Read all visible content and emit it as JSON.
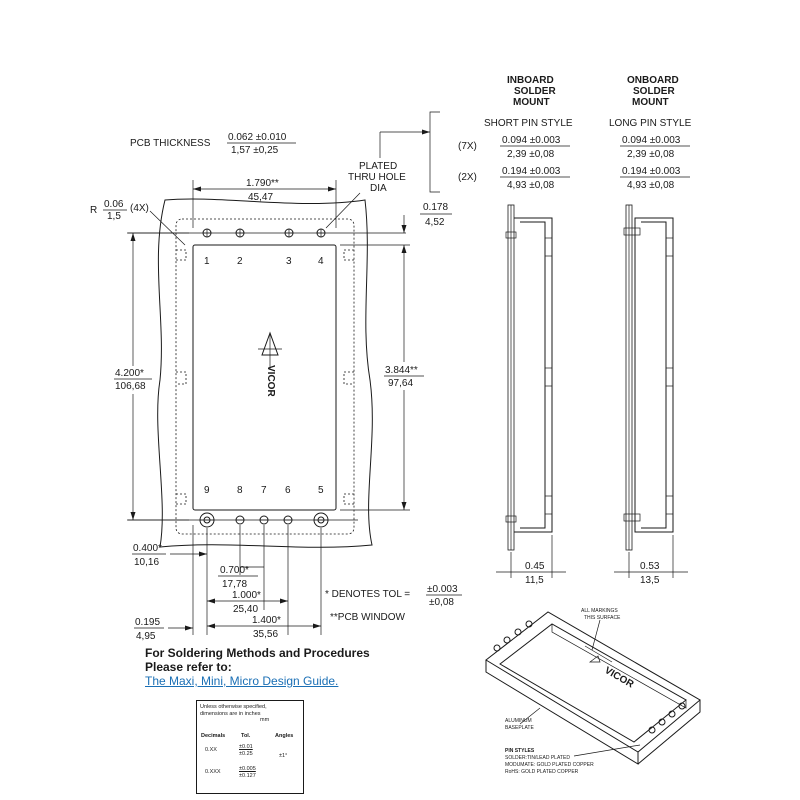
{
  "left_view": {
    "pcb_thickness": {
      "label": "PCB THICKNESS",
      "inch": "0.062 ±0.010",
      "mm": "1,57 ±0,25"
    },
    "corner_radius": {
      "prefix": "R",
      "inch": "0.06",
      "mm": "1,5",
      "qty": "(4X)"
    },
    "plated_hole": [
      "PLATED",
      "THRU HOLE",
      "DIA"
    ],
    "width_top": {
      "inch": "1.790**",
      "mm": "45,47"
    },
    "top_offset": {
      "inch": "0.178",
      "mm": "4,52"
    },
    "height_total": {
      "inch": "4.200*",
      "mm": "106,68"
    },
    "height_inner": {
      "inch": "3.844**",
      "mm": "97,64"
    },
    "pins_top": [
      "1",
      "2",
      "3",
      "4"
    ],
    "pins_bottom": [
      "9",
      "8",
      "7",
      "6",
      "5"
    ],
    "logo": "VICOR",
    "dim_0400": {
      "inch": "0.400*",
      "mm": "10,16"
    },
    "dim_0700": {
      "inch": "0.700*",
      "mm": "17,78"
    },
    "dim_1000": {
      "inch": "1.000*",
      "mm": "25,40"
    },
    "dim_1400": {
      "inch": "1.400*",
      "mm": "35,56"
    },
    "dim_0195": {
      "inch": "0.195",
      "mm": "4,95"
    },
    "notes": {
      "tol_prefix": "* DENOTES TOL =",
      "tol_inch": "±0.003",
      "tol_mm": "±0,08",
      "pcb_window": "**PCB WINDOW"
    }
  },
  "pin_table": {
    "qty_7x": "(7X)",
    "qty_2x": "(2X)",
    "inboard": {
      "title": [
        "INBOARD",
        "SOLDER",
        "MOUNT"
      ],
      "style": "SHORT PIN STYLE",
      "r1_inch": "0.094 ±0.003",
      "r1_mm": "2,39 ±0,08",
      "r2_inch": "0.194 ±0.003",
      "r2_mm": "4,93 ±0,08"
    },
    "onboard": {
      "title": [
        "ONBOARD",
        "SOLDER",
        "MOUNT"
      ],
      "style": "LONG PIN STYLE",
      "r1_inch": "0.094 ±0.003",
      "r1_mm": "2,39 ±0,08",
      "r2_inch": "0.194 ±0.003",
      "r2_mm": "4,93 ±0,08"
    }
  },
  "side_dims": {
    "inboard": {
      "inch": "0.45",
      "mm": "11,5"
    },
    "onboard": {
      "inch": "0.53",
      "mm": "13,5"
    }
  },
  "reference": {
    "line1": "For Soldering Methods and Procedures",
    "line2": "Please refer to:",
    "link": "The Maxi, Mini, Micro Design Guide."
  },
  "tolerance_table": {
    "header": [
      "Unless otherwise specified,",
      "dimensions are in inches",
      "mm"
    ],
    "cols": [
      "Decimals",
      "Tol.",
      "Angles"
    ],
    "rows": [
      {
        "dec": "0.XX",
        "tol_in": "±0.01",
        "tol_mm": "±0.25",
        "angle": "±1°"
      },
      {
        "dec": "0.XXX",
        "tol_in": "±0.005",
        "tol_mm": "±0.127",
        "angle": ""
      }
    ]
  },
  "iso_view": {
    "all_markings": [
      "ALL MARKINGS",
      "THIS SURFACE"
    ],
    "logo": "VICOR",
    "baseplate": [
      "ALUMINUM",
      "BASEPLATE"
    ],
    "pin_styles_title": "PIN STYLES",
    "pin_styles": [
      "SOLDER:TIN/LEAD PLATED",
      "MODUMATE: GOLD PLATED COPPER",
      "RoHS: GOLD PLATED COPPER"
    ]
  }
}
